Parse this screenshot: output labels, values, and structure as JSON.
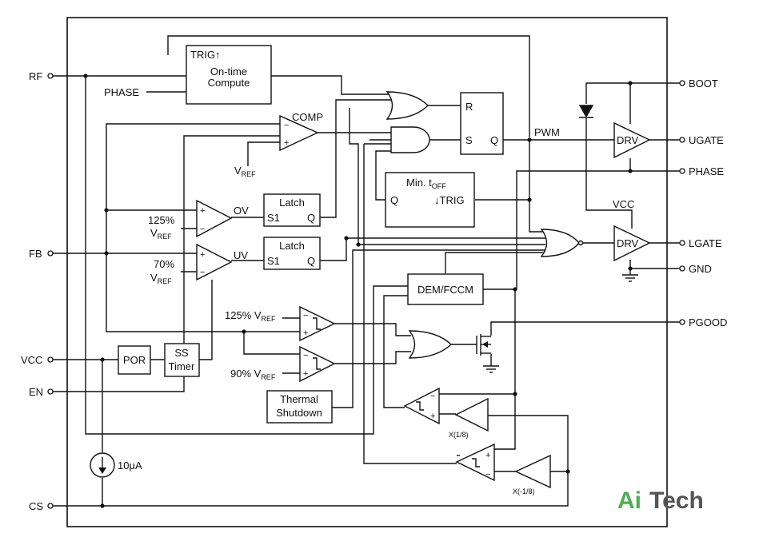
{
  "pins_left": {
    "rf": "RF",
    "fb": "FB",
    "vcc": "VCC",
    "en": "EN",
    "cs": "CS"
  },
  "pins_right": {
    "boot": "BOOT",
    "ugate": "UGATE",
    "phase": "PHASE",
    "lgate": "LGATE",
    "gnd": "GND",
    "pgood": "PGOOD"
  },
  "blocks": {
    "ontime": {
      "trig": "TRIG↑",
      "line1": "On-time",
      "line2": "Compute",
      "phase_input": "PHASE"
    },
    "comp": "COMP",
    "vref_comp": {
      "v": "V",
      "sub": "REF"
    },
    "rs_latch": {
      "r": "R",
      "s": "S",
      "q": "Q"
    },
    "pwm": "PWM",
    "mintoff": {
      "title": "Min. t",
      "title_sub": "OFF",
      "q": "Q",
      "trig": "↓TRIG"
    },
    "ov": {
      "label": "OV",
      "threshold": "125%",
      "v": "V",
      "sub": "REF"
    },
    "uv": {
      "label": "UV",
      "threshold": "70%",
      "v": "V",
      "sub": "REF"
    },
    "latch_ov": {
      "title": "Latch",
      "s": "S1",
      "q": "Q"
    },
    "latch_uv": {
      "title": "Latch",
      "s": "S1",
      "q": "Q"
    },
    "drv_high": "DRV",
    "drv_low": "DRV",
    "vcc_label": "VCC",
    "dem": "DEM/FCCM",
    "pg_high": {
      "text": "125% V",
      "sub": "REF"
    },
    "pg_low": {
      "text": "90% V",
      "sub": "REF"
    },
    "por": "POR",
    "ss": {
      "line1": "SS",
      "line2": "Timer"
    },
    "thermal": {
      "line1": "Thermal",
      "line2": "Shutdown"
    },
    "gain_pos": "X(1/8)",
    "gain_neg": "X(-1/8)",
    "current_source": "10μA"
  },
  "watermark": {
    "part1": "Ai",
    "part2": "Tech"
  }
}
